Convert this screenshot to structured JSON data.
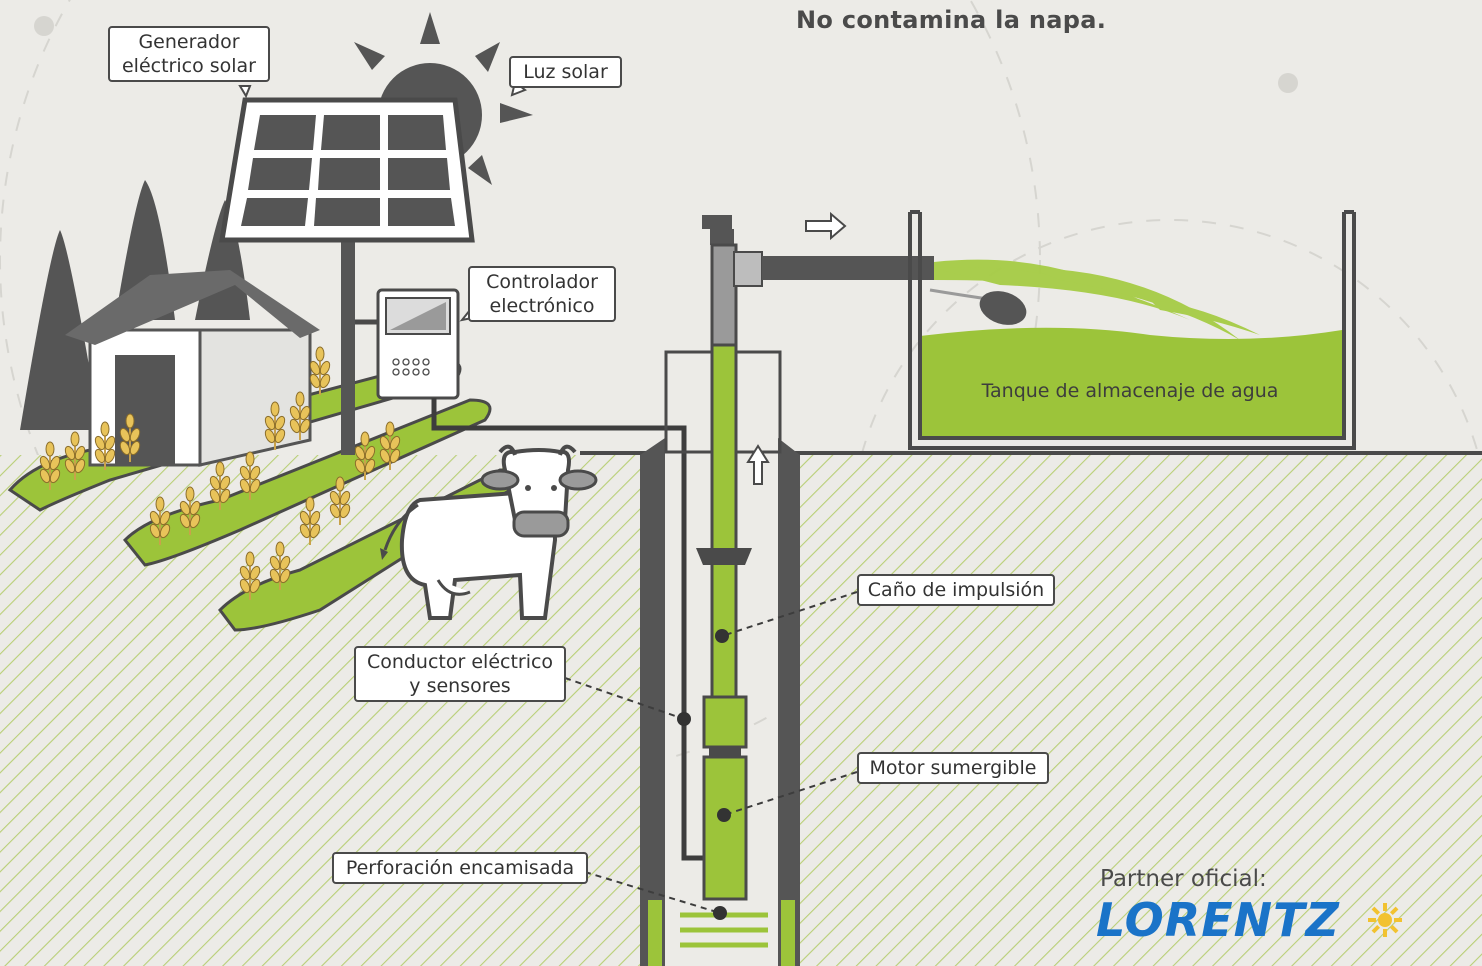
{
  "heading": "No contamina la napa.",
  "labels": {
    "solar_generator_line1": "Generador",
    "solar_generator_line2": "eléctrico solar",
    "sunlight": "Luz solar",
    "controller_line1": "Controlador",
    "controller_line2": "electrónico",
    "tank": "Tanque de almacenaje de agua",
    "pipe": "Caño de impulsión",
    "cable_line1": "Conductor eléctrico",
    "cable_line2": "y sensores",
    "motor": "Motor sumergible",
    "borehole": "Perforación encamisada"
  },
  "partner": {
    "label": "Partner oficial:",
    "brand": "LORENTZ"
  },
  "colors": {
    "background": "#ecebe7",
    "dark_gray": "#4a4a4a",
    "water_green": "#9cc43a",
    "brand_blue": "#1a73c8",
    "wheat": "#e8c35a"
  },
  "icons": [
    "sun-icon",
    "solar-panel-icon",
    "house-icon",
    "tree-icon",
    "wheat-icon",
    "cow-icon",
    "controller-icon",
    "pump-icon",
    "arrow-right-icon",
    "arrow-up-icon"
  ]
}
